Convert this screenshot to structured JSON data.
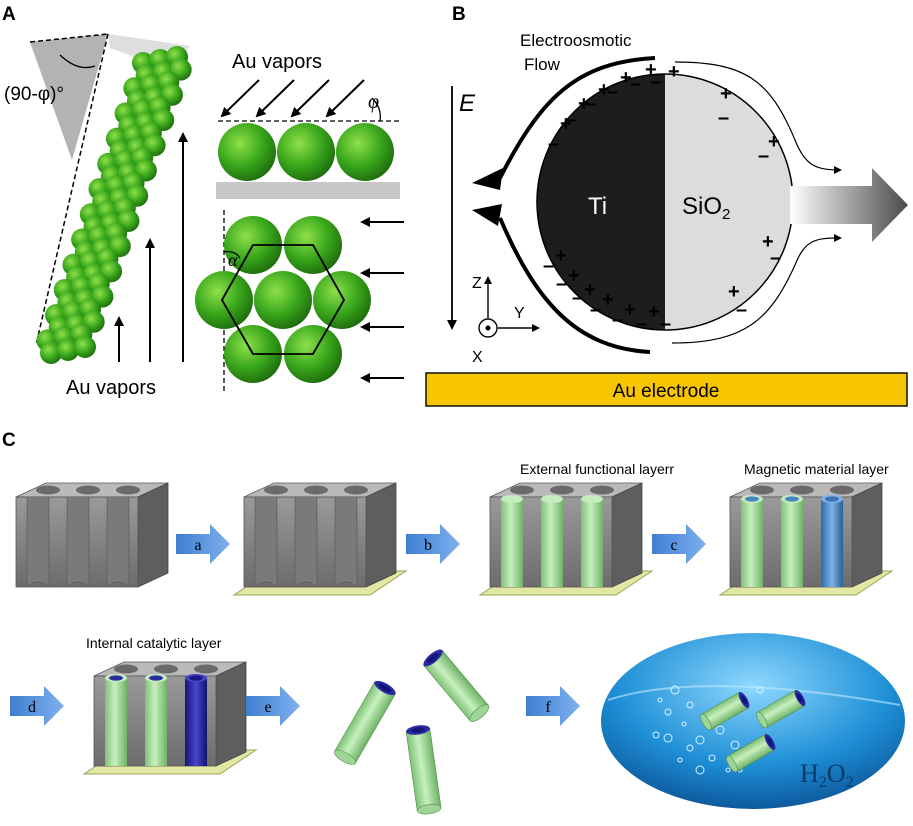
{
  "panel_a": {
    "label": "A",
    "angle_label": "(90-φ)°",
    "vapors_top": "Au vapors",
    "vapors_bottom": "Au vapors",
    "phi_label": "φ",
    "alpha_label": "α"
  },
  "panel_b": {
    "label": "B",
    "flow_label_line1": "Electroosmotic",
    "flow_label_line2": "Flow",
    "field_label": "E",
    "ti_label": "Ti",
    "sio2_label": "SiO",
    "sio2_sub": "2",
    "axis_z": "Z",
    "axis_y": "Y",
    "axis_x": "X",
    "electrode_label": "Au electrode",
    "colors": {
      "ti": "#1d1d1d",
      "sio2": "#dcdcdc",
      "electrode": "#f7c600"
    }
  },
  "panel_c": {
    "label": "C",
    "layer_external": "External functional layerr",
    "layer_magnetic": "Magnetic material layer",
    "layer_internal": "Internal catalytic layer",
    "steps": [
      "a",
      "b",
      "c",
      "d",
      "e",
      "f"
    ],
    "h2o2_main": "H",
    "h2o2_sub1": "2",
    "h2o2_mid": "O",
    "h2o2_sub2": "2",
    "colors": {
      "template": "#8a8a8a",
      "tube": "#a9dca0",
      "magnetic": "#4b86c4",
      "catalytic": "#2a2ba0",
      "arrow": "#3f7fd0",
      "water": "#1e8fd6"
    }
  }
}
